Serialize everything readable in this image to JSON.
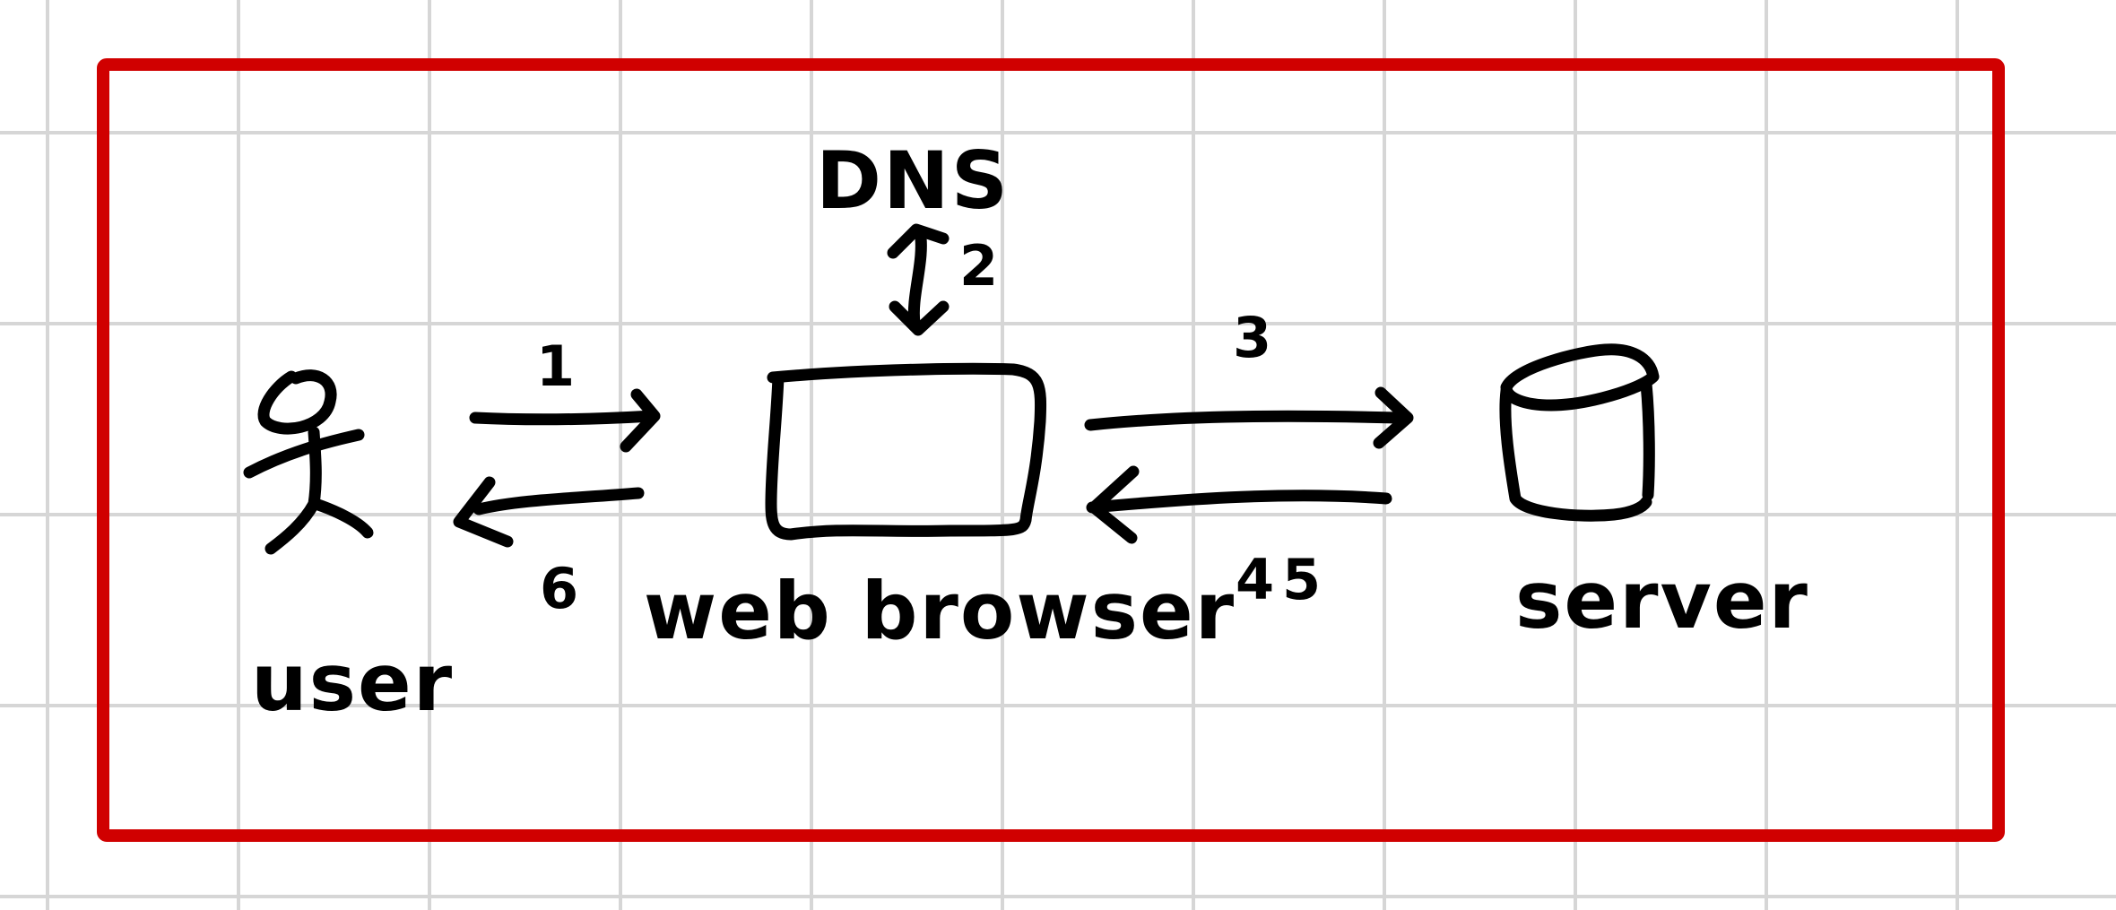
{
  "diagram": {
    "nodes": {
      "user": "user",
      "browser": "web browser",
      "dns": "DNS",
      "server": "server"
    },
    "steps": {
      "user_to_browser": "1",
      "browser_to_dns": "2",
      "dns_to_browser": "3",
      "browser_to_server": "4",
      "server_to_browser": "5",
      "browser_to_user": "6"
    }
  },
  "colors": {
    "frame": "#d00000",
    "grid": "#d6d6d6",
    "ink": "#000000"
  }
}
